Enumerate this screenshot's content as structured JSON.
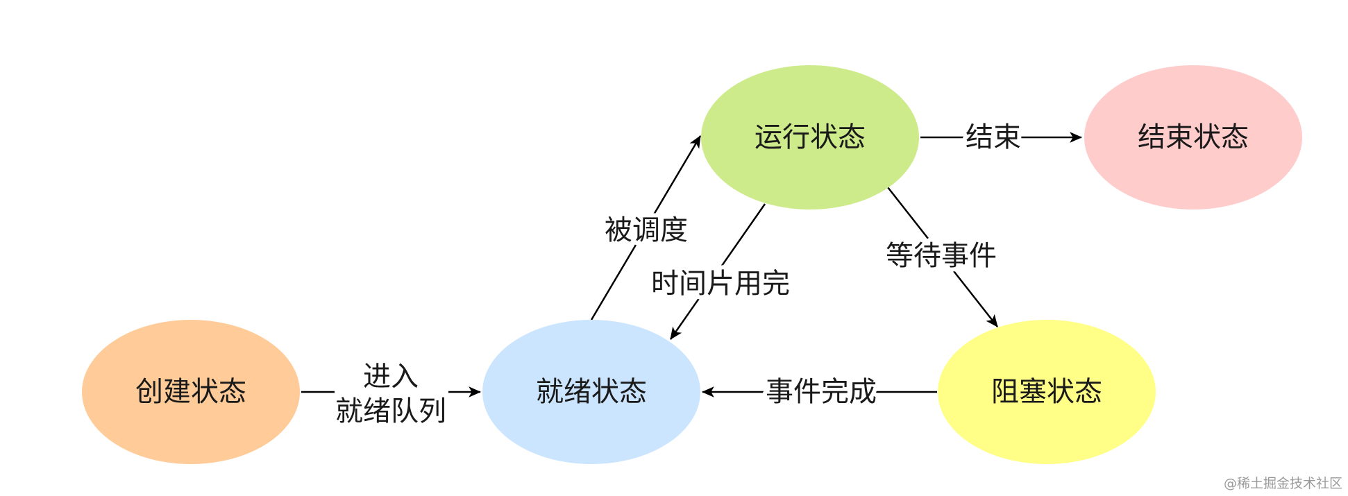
{
  "nodes": {
    "created": {
      "label": "创建状态",
      "color": "#ffcc99"
    },
    "ready": {
      "label": "就绪状态",
      "color": "#cce5ff"
    },
    "running": {
      "label": "运行状态",
      "color": "#cdeb8b"
    },
    "blocked": {
      "label": "阻塞状态",
      "color": "#ffff88"
    },
    "terminated": {
      "label": "结束状态",
      "color": "#ffcccc"
    }
  },
  "edges": {
    "created_to_ready": {
      "label_line1": "进入",
      "label_line2": "就绪队列"
    },
    "ready_to_running": {
      "label": "被调度"
    },
    "running_to_ready": {
      "label": "时间片用完"
    },
    "running_to_blocked": {
      "label": "等待事件"
    },
    "blocked_to_ready": {
      "label": "事件完成"
    },
    "running_to_terminated": {
      "label": "结束"
    }
  },
  "edge_color": "#000000",
  "watermark": "@稀土掘金技术社区"
}
